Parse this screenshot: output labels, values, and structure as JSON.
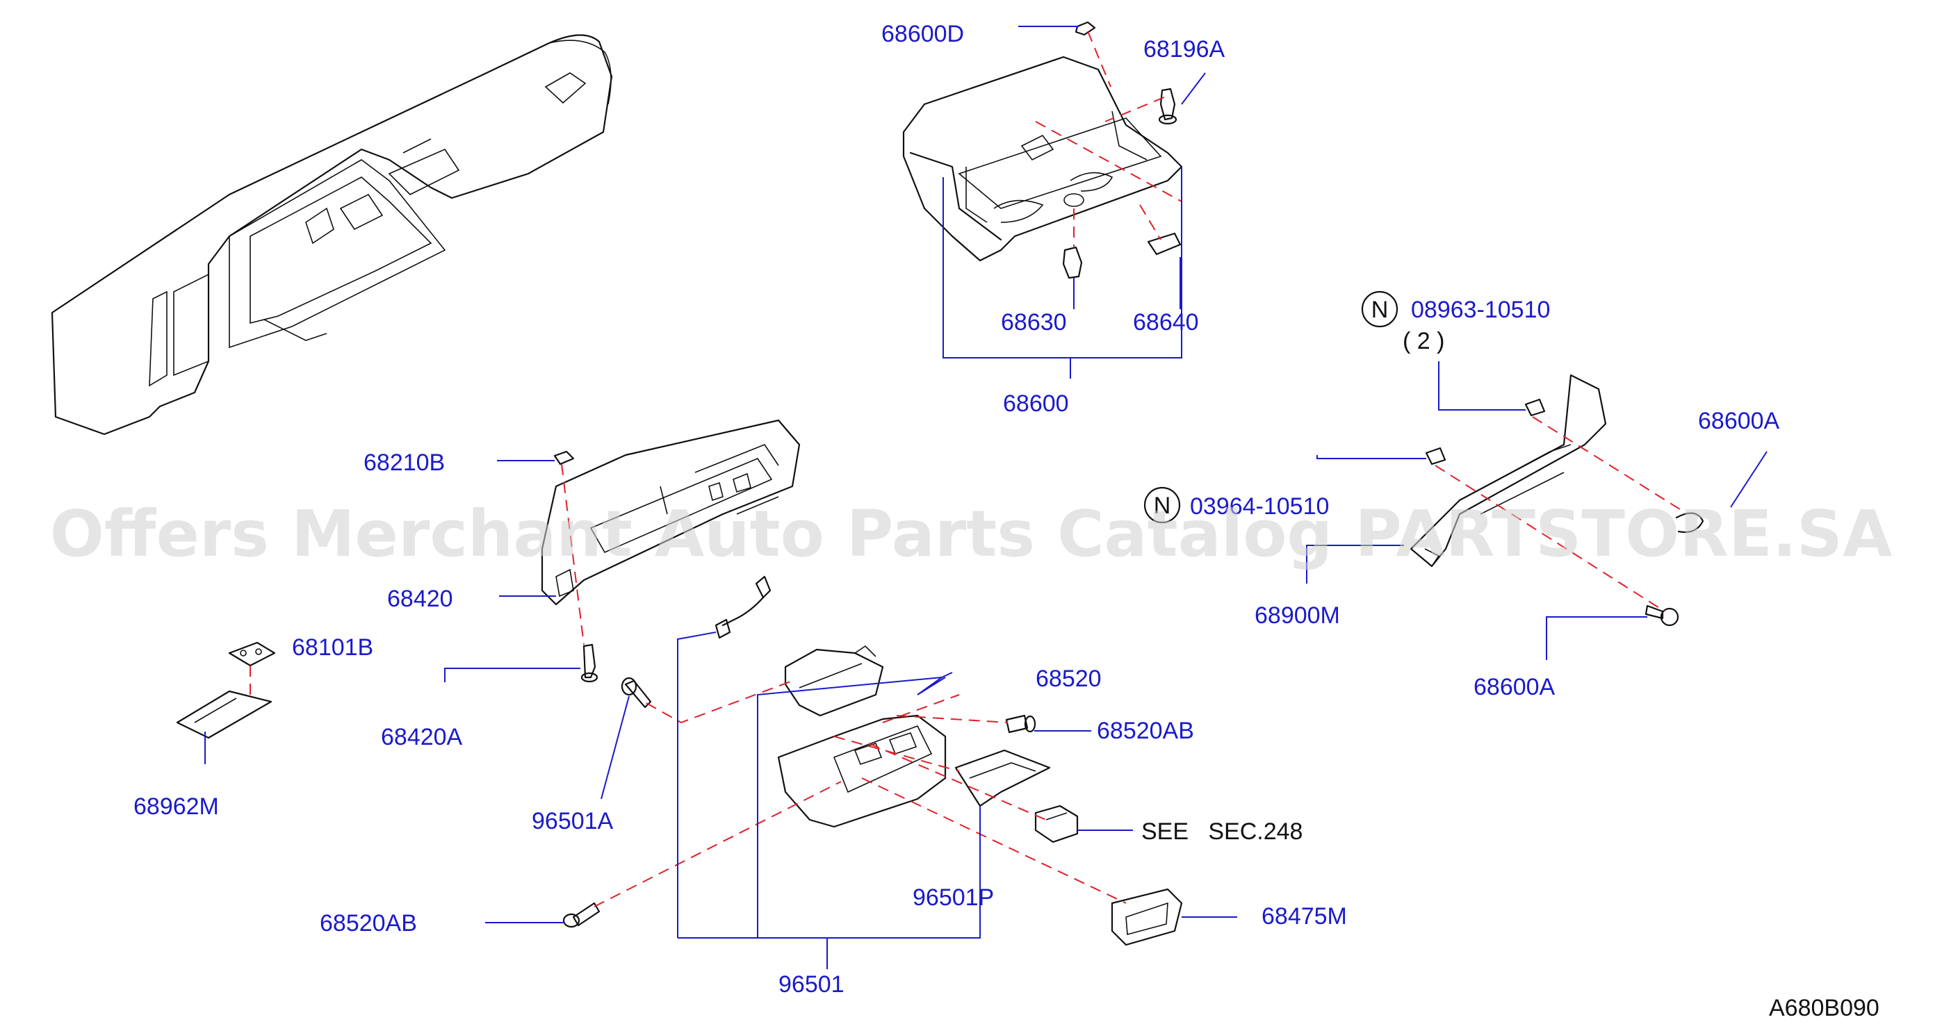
{
  "labels": {
    "p68600D": "68600D",
    "p68196A": "68196A",
    "p68630": "68630",
    "p68640": "68640",
    "p68600": "68600",
    "p08963_1": "08963-10510",
    "qty2": "( 2 )",
    "p68600A_1": "68600A",
    "p03964": "03964-10510",
    "p68900M": "68900M",
    "p68600A_2": "68600A",
    "p68210B": "68210B",
    "p68420": "68420",
    "p68101B": "68101B",
    "p68420A": "68420A",
    "p68962M": "68962M",
    "p96501A": "96501A",
    "p68520": "68520",
    "p68520AB_1": "68520AB",
    "see_sec": "SEE   SEC.248",
    "p96501P": "96501P",
    "p68520AB_2": "68520AB",
    "p68475M": "68475M",
    "p96501": "96501",
    "n_mark": "N",
    "diagram_code": "A680B090"
  },
  "watermark": "Offers Merchant Auto Parts Catalog PARTSTORE.SA",
  "colors": {
    "label_blue": "#1a1acc",
    "dash_red": "#e0202a",
    "line_black": "#111111",
    "watermark_grey": "#cfcfcf"
  }
}
